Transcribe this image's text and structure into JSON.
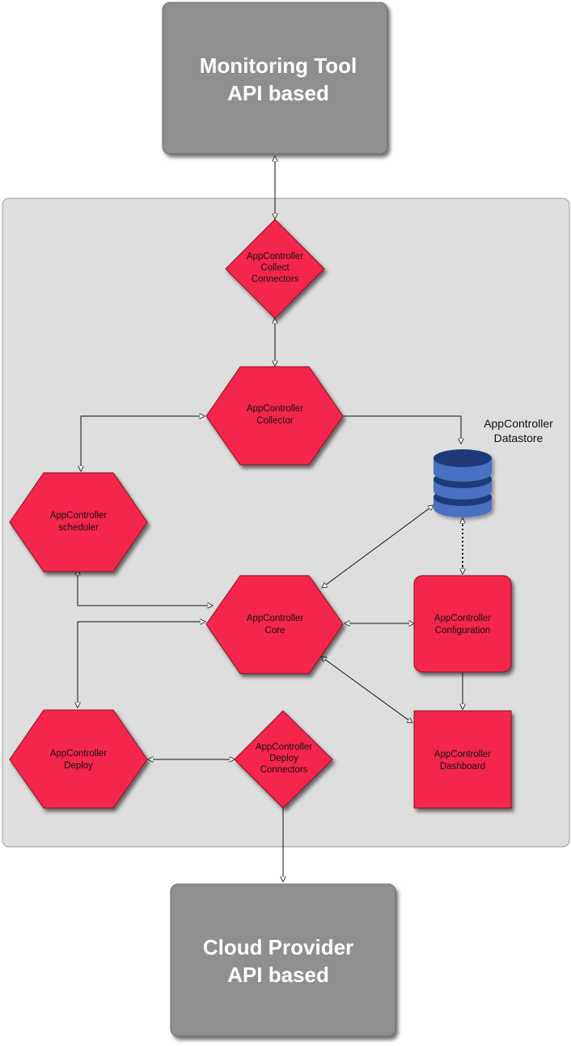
{
  "external": {
    "monitoring": {
      "line1": "Monitoring Tool",
      "line2": "API based"
    },
    "cloud": {
      "line1": "Cloud Provider",
      "line2": "API based"
    }
  },
  "nodes": {
    "collect_connectors": {
      "line1": "AppController",
      "line2": "Collect",
      "line3": "Connectors"
    },
    "collector": {
      "line1": "AppController",
      "line2": "Collector"
    },
    "datastore": {
      "line1": "AppController",
      "line2": "Datastore"
    },
    "scheduler": {
      "line1": "AppController",
      "line2": "scheduler"
    },
    "core": {
      "line1": "AppController",
      "line2": "Core"
    },
    "configuration": {
      "line1": "AppController",
      "line2": "Configuration"
    },
    "deploy": {
      "line1": "AppController",
      "line2": "Deploy"
    },
    "deploy_connectors": {
      "line1": "AppController",
      "line2": "Deploy",
      "line3": "Connectors"
    },
    "dashboard": {
      "line1": "AppController",
      "line2": "Dashboard"
    }
  },
  "colors": {
    "node_fill": "#f5274b",
    "external_fill": "#8f8f8f",
    "container_fill": "#dedede",
    "datastore_fill": "#4a6fc2",
    "datastore_dark": "#1d3a78"
  }
}
